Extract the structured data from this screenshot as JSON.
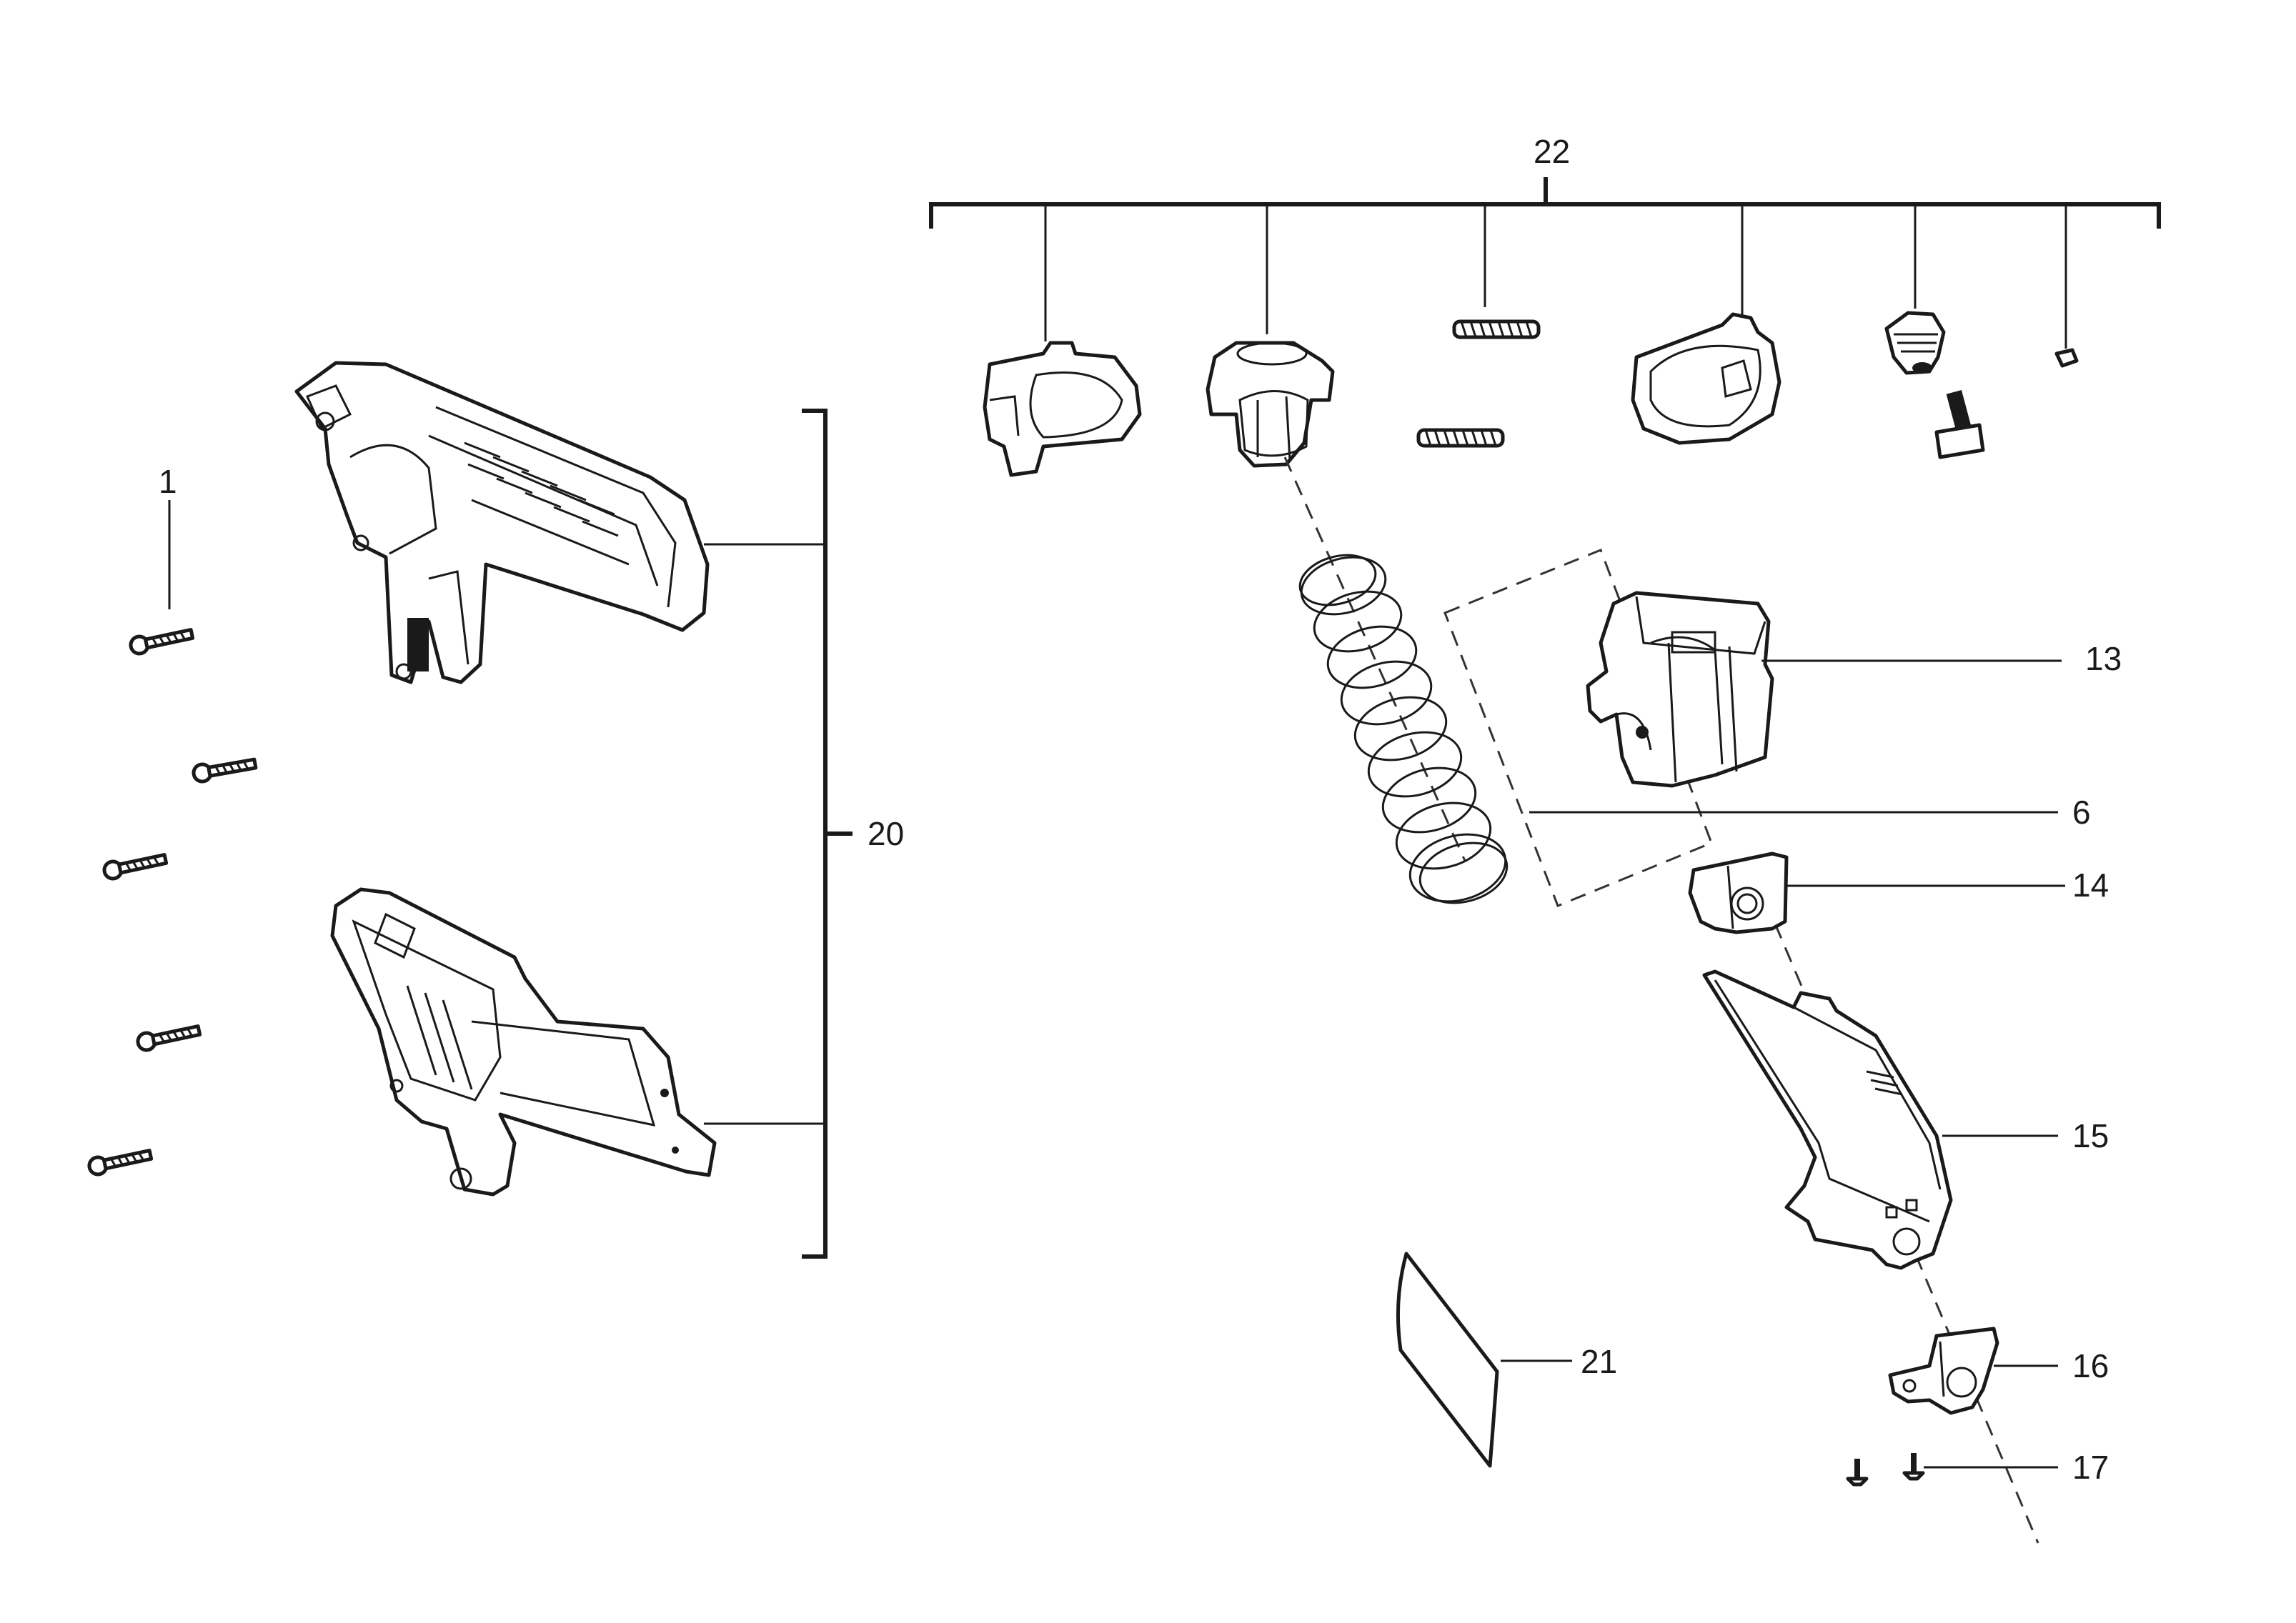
{
  "callouts": {
    "c1": "1",
    "c6": "6",
    "c13": "13",
    "c14": "14",
    "c15": "15",
    "c16": "16",
    "c17": "17",
    "c20": "20",
    "c21": "21",
    "c22": "22"
  },
  "icons": {
    "upper_housing": "upper-housing-half-icon",
    "lower_housing": "lower-housing-half-icon",
    "screw": "screw-icon",
    "spring": "compression-spring-icon",
    "magazine_block": "magazine-block-icon",
    "clip": "clip-icon",
    "guide_channel": "guide-channel-icon",
    "bracket": "bracket-icon",
    "label_plate": "label-plate-icon"
  },
  "colors": {
    "line": "#1a1a1a",
    "background": "#ffffff"
  }
}
